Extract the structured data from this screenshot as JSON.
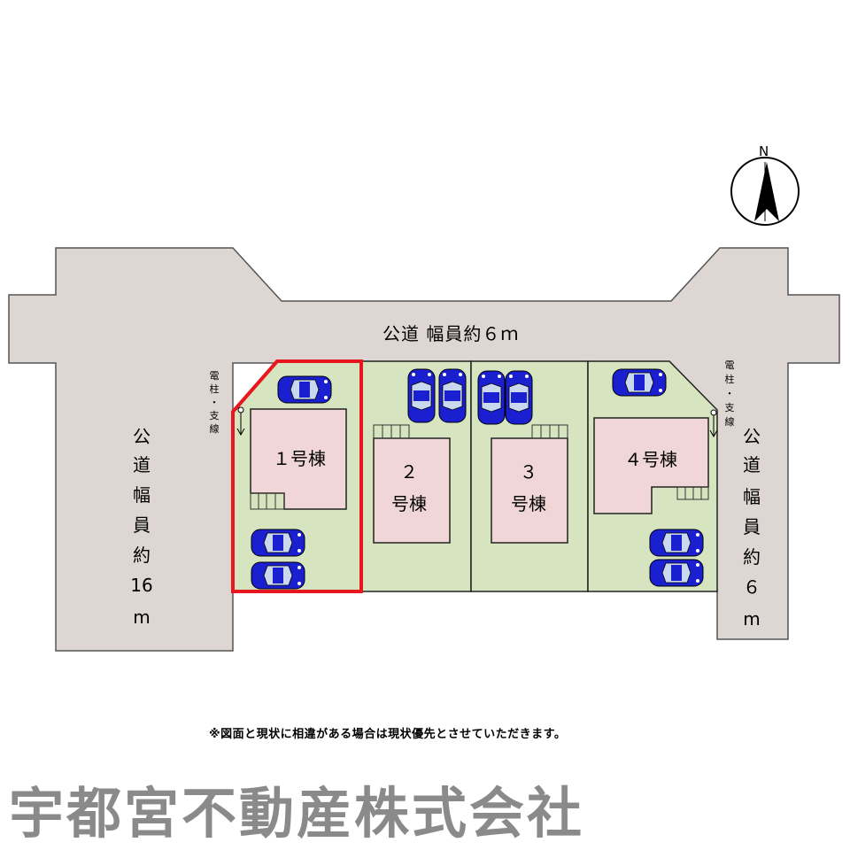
{
  "north_label": "N",
  "roads": {
    "top": "公道 幅員約６ｍ",
    "left": [
      "公",
      "道",
      "幅",
      "員",
      "約",
      "16",
      "m"
    ],
    "right": [
      "公",
      "道",
      "幅",
      "員",
      "約",
      "６",
      "m"
    ]
  },
  "utility_pole": {
    "left": [
      "電",
      "柱",
      "・",
      "支",
      "線"
    ],
    "right": [
      "電",
      "柱",
      "・",
      "支",
      "線"
    ]
  },
  "lots": [
    {
      "lines": [
        "１号棟"
      ],
      "highlighted": true
    },
    {
      "lines": [
        "２",
        "号棟"
      ],
      "highlighted": false
    },
    {
      "lines": [
        "３",
        "号棟"
      ],
      "highlighted": false
    },
    {
      "lines": [
        "４号棟"
      ],
      "highlighted": false
    }
  ],
  "note": "※図面と現状に相違がある場合は現状優先とさせていただきます。",
  "company": "宇都宮不動産株式会社",
  "colors": {
    "road": "#ddd6d3",
    "lot": "#d6e4c0",
    "house": "#f0d6d6",
    "highlight": "#e8161e",
    "car_body": "#1a1fd0"
  }
}
